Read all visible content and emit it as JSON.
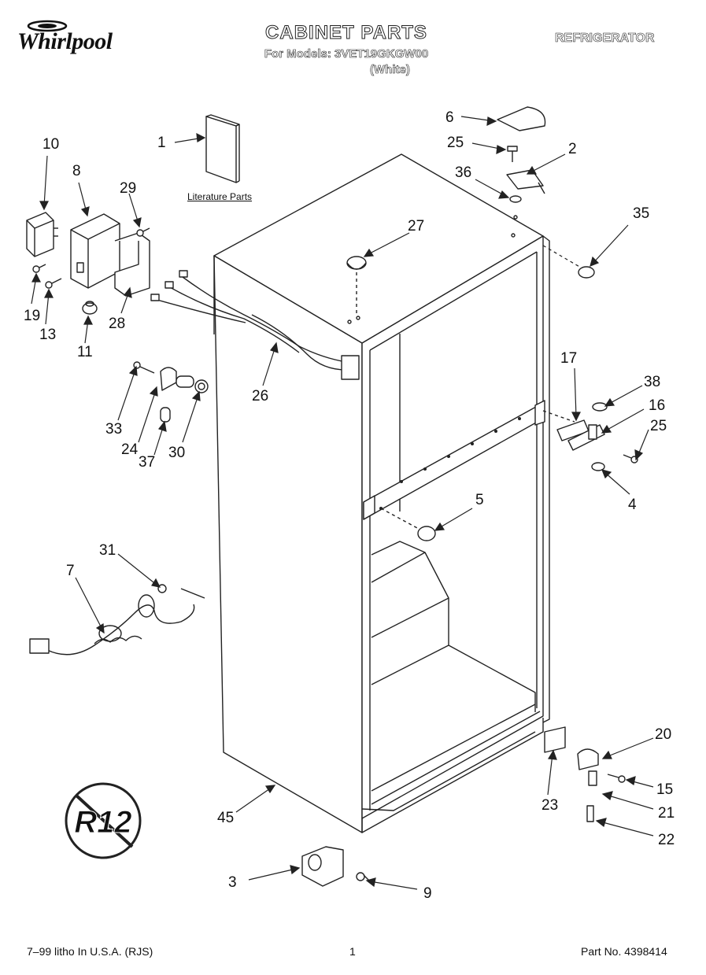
{
  "header": {
    "brand": "Whirlpool",
    "title": "CABINET PARTS",
    "models_line": "For Models: 3VET19GKGW00",
    "color_line": "(White)",
    "category": "REFRIGERATOR"
  },
  "literature_label": "Literature Parts",
  "r12_label": "R12",
  "callouts": [
    "1",
    "2",
    "3",
    "4",
    "5",
    "6",
    "7",
    "8",
    "9",
    "10",
    "11",
    "13",
    "15",
    "16",
    "17",
    "19",
    "20",
    "21",
    "22",
    "23",
    "24",
    "25",
    "25",
    "26",
    "27",
    "28",
    "29",
    "30",
    "31",
    "33",
    "35",
    "36",
    "37",
    "38",
    "45"
  ],
  "footer": {
    "left": "7–99 litho In U.S.A. (RJS)",
    "center": "1",
    "right": "Part No. 4398414"
  }
}
